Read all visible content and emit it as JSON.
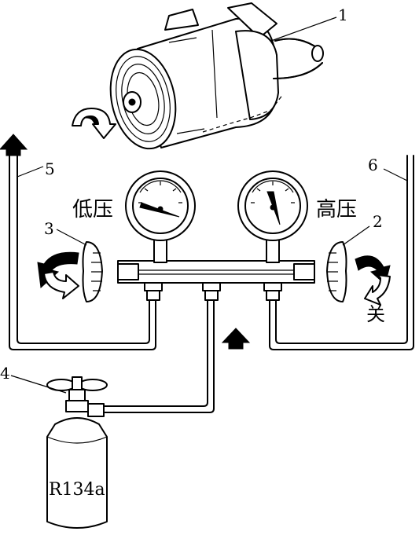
{
  "labels": {
    "callout_1": "1",
    "callout_2": "2",
    "callout_3": "3",
    "callout_4": "4",
    "callout_5": "5",
    "callout_6": "6",
    "low_pressure": "低压",
    "high_pressure": "高压",
    "close": "关",
    "refrigerant": "R134a"
  }
}
